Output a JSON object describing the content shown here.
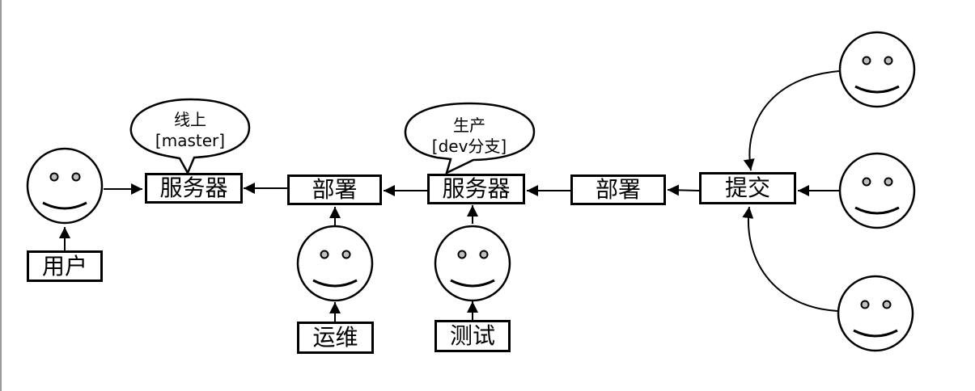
{
  "nodes": {
    "user_label": "用户",
    "server_online_label": "服务器",
    "deploy_left_label": "部署",
    "ops_label": "运维",
    "server_prod_label": "服务器",
    "test_label": "测试",
    "deploy_right_label": "部署",
    "commit_label": "提交"
  },
  "bubbles": {
    "online": {
      "line1": "线上",
      "line2": "[master]"
    },
    "prod": {
      "line1": "生产",
      "line2": "[dev分支]"
    }
  },
  "icons": [
    "smiley-face-icon"
  ],
  "colors": {
    "stroke": "#000000",
    "face_fill": "#ffffff",
    "eye_fill": "#bfbfbf"
  }
}
